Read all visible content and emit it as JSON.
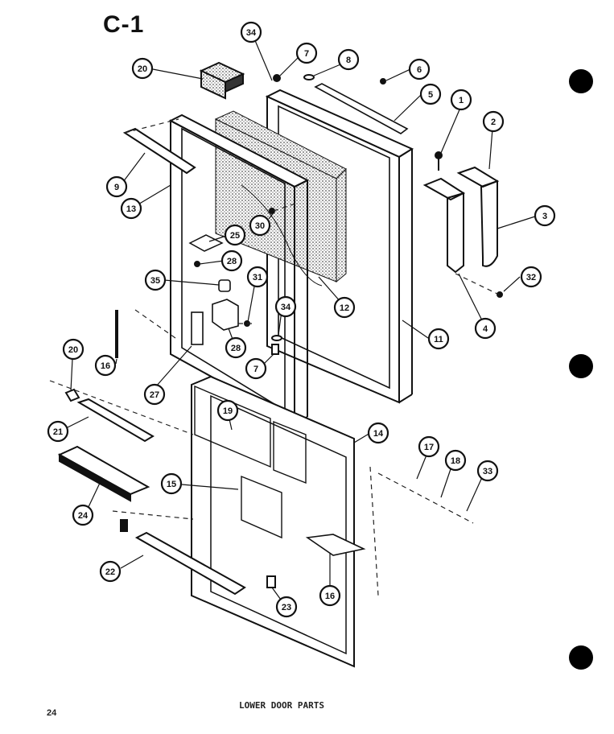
{
  "header": {
    "section_code": "C-1"
  },
  "footer": {
    "caption": "LOWER DOOR PARTS",
    "page_number": "24"
  },
  "colors": {
    "ink": "#111111",
    "paper": "#ffffff",
    "stipple": "#9a9a9a"
  },
  "callouts": [
    {
      "id": "c20a",
      "label": "20"
    },
    {
      "id": "c34a",
      "label": "34"
    },
    {
      "id": "c7a",
      "label": "7"
    },
    {
      "id": "c8",
      "label": "8"
    },
    {
      "id": "c6",
      "label": "6"
    },
    {
      "id": "c5",
      "label": "5"
    },
    {
      "id": "c1",
      "label": "1"
    },
    {
      "id": "c2",
      "label": "2"
    },
    {
      "id": "c3",
      "label": "3"
    },
    {
      "id": "c9",
      "label": "9"
    },
    {
      "id": "c13",
      "label": "13"
    },
    {
      "id": "c30",
      "label": "30"
    },
    {
      "id": "c25",
      "label": "25"
    },
    {
      "id": "c28a",
      "label": "28"
    },
    {
      "id": "c35",
      "label": "35"
    },
    {
      "id": "c31",
      "label": "31"
    },
    {
      "id": "c12",
      "label": "12"
    },
    {
      "id": "c32",
      "label": "32"
    },
    {
      "id": "c4",
      "label": "4"
    },
    {
      "id": "c11",
      "label": "11"
    },
    {
      "id": "c34b",
      "label": "34"
    },
    {
      "id": "c16a",
      "label": "16"
    },
    {
      "id": "c28b",
      "label": "28"
    },
    {
      "id": "c7b",
      "label": "7"
    },
    {
      "id": "c20b",
      "label": "20"
    },
    {
      "id": "c27",
      "label": "27"
    },
    {
      "id": "c21",
      "label": "21"
    },
    {
      "id": "c19",
      "label": "19"
    },
    {
      "id": "c14",
      "label": "14"
    },
    {
      "id": "c17",
      "label": "17"
    },
    {
      "id": "c18",
      "label": "18"
    },
    {
      "id": "c33",
      "label": "33"
    },
    {
      "id": "c15",
      "label": "15"
    },
    {
      "id": "c24",
      "label": "24"
    },
    {
      "id": "c22",
      "label": "22"
    },
    {
      "id": "c16b",
      "label": "16"
    },
    {
      "id": "c23",
      "label": "23"
    }
  ]
}
